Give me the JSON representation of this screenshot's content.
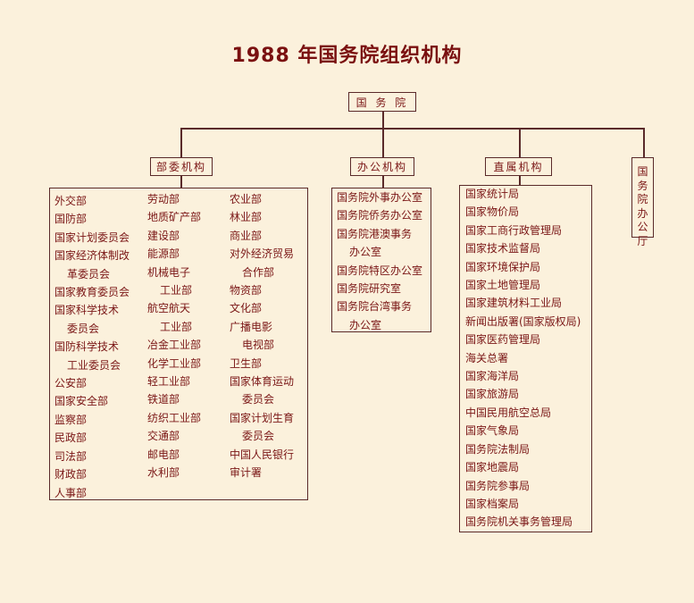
{
  "title": "1988 年国务院组织机构",
  "root": "国 务 院",
  "branches": {
    "ministries": "部委机构",
    "offices": "办公机构",
    "direct": "直属机构",
    "general_office": "国务院办公厅"
  },
  "ministries_col1": [
    {
      "text": "外交部"
    },
    {
      "text": "国防部"
    },
    {
      "text": "国家计划委员会"
    },
    {
      "text": "国家经济体制改"
    },
    {
      "text": "革委员会",
      "indent": true
    },
    {
      "text": "国家教育委员会"
    },
    {
      "text": "国家科学技术"
    },
    {
      "text": "委员会",
      "indent": true
    },
    {
      "text": "国防科学技术"
    },
    {
      "text": "工业委员会",
      "indent": true
    },
    {
      "text": "公安部"
    },
    {
      "text": "国家安全部"
    },
    {
      "text": "监察部"
    },
    {
      "text": "民政部"
    },
    {
      "text": "司法部"
    },
    {
      "text": "财政部"
    },
    {
      "text": "人事部"
    }
  ],
  "ministries_col2": [
    {
      "text": "劳动部"
    },
    {
      "text": "地质矿产部"
    },
    {
      "text": "建设部"
    },
    {
      "text": "能源部"
    },
    {
      "text": "机械电子"
    },
    {
      "text": "工业部",
      "indent": true
    },
    {
      "text": "航空航天"
    },
    {
      "text": "工业部",
      "indent": true
    },
    {
      "text": "冶金工业部"
    },
    {
      "text": "化学工业部"
    },
    {
      "text": "轻工业部"
    },
    {
      "text": "铁道部"
    },
    {
      "text": "纺织工业部"
    },
    {
      "text": "交通部"
    },
    {
      "text": "邮电部"
    },
    {
      "text": "水利部"
    }
  ],
  "ministries_col3": [
    {
      "text": "农业部"
    },
    {
      "text": "林业部"
    },
    {
      "text": "商业部"
    },
    {
      "text": "对外经济贸易"
    },
    {
      "text": "合作部",
      "indent": true
    },
    {
      "text": "物资部"
    },
    {
      "text": "文化部"
    },
    {
      "text": "广播电影"
    },
    {
      "text": "电视部",
      "indent": true
    },
    {
      "text": "卫生部"
    },
    {
      "text": "国家体育运动"
    },
    {
      "text": "委员会",
      "indent": true
    },
    {
      "text": "国家计划生育"
    },
    {
      "text": "委员会",
      "indent": true
    },
    {
      "text": "中国人民银行"
    },
    {
      "text": "审计署"
    }
  ],
  "offices_list": [
    {
      "text": "国务院外事办公室"
    },
    {
      "text": "国务院侨务办公室"
    },
    {
      "text": "国务院港澳事务"
    },
    {
      "text": "办公室",
      "indent": true
    },
    {
      "text": "国务院特区办公室"
    },
    {
      "text": "国务院研究室"
    },
    {
      "text": "国务院台湾事务"
    },
    {
      "text": "办公室",
      "indent": true
    }
  ],
  "direct_list": [
    {
      "text": "国家统计局"
    },
    {
      "text": "国家物价局"
    },
    {
      "text": "国家工商行政管理局"
    },
    {
      "text": "国家技术监督局"
    },
    {
      "text": "国家环境保护局"
    },
    {
      "text": "国家土地管理局"
    },
    {
      "text": "国家建筑材料工业局"
    },
    {
      "text": "新闻出版署(国家版权局)"
    },
    {
      "text": "国家医药管理局"
    },
    {
      "text": "海关总署"
    },
    {
      "text": "国家海洋局"
    },
    {
      "text": "国家旅游局"
    },
    {
      "text": "中国民用航空总局"
    },
    {
      "text": "国家气象局"
    },
    {
      "text": "国务院法制局"
    },
    {
      "text": "国家地震局"
    },
    {
      "text": "国务院参事局"
    },
    {
      "text": "国家档案局"
    },
    {
      "text": "国务院机关事务管理局"
    }
  ]
}
